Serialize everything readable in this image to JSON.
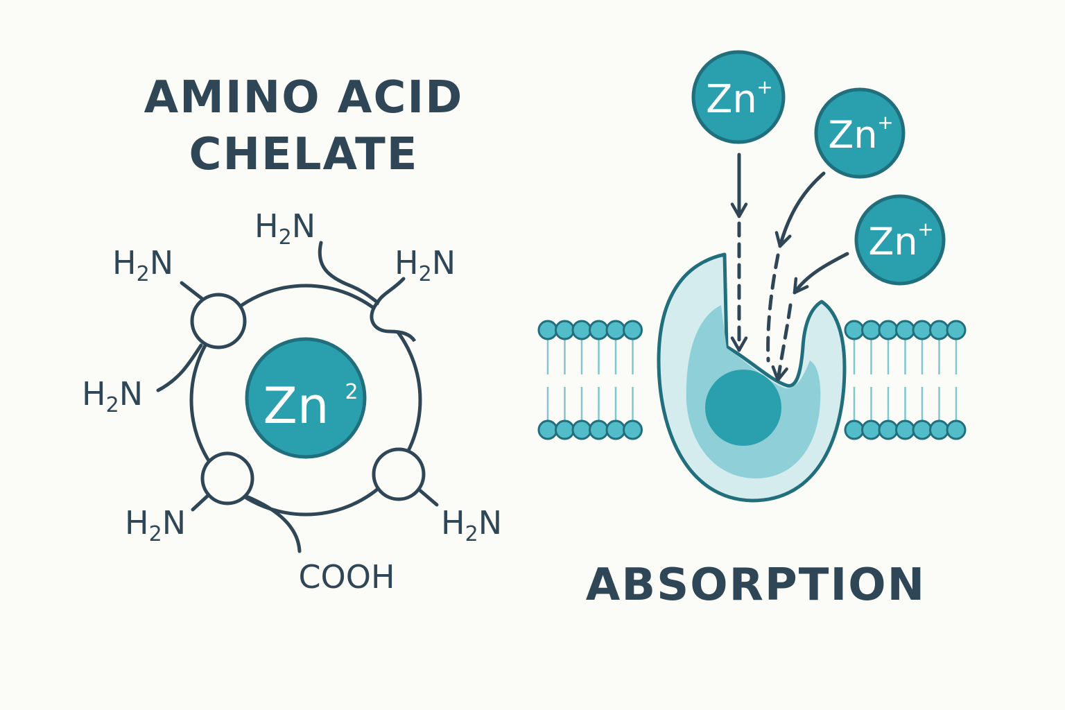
{
  "left_panel": {
    "title_line1": "AMINO ACID",
    "title_line2": "CHELATE",
    "center_ion": {
      "symbol": "Zn",
      "superscript": "2"
    },
    "ligands": [
      {
        "main": "H",
        "sub": "2",
        "tail": "N"
      },
      {
        "main": "H",
        "sub": "2",
        "tail": "N"
      },
      {
        "main": "H",
        "sub": "2",
        "tail": "N"
      },
      {
        "main": "H",
        "sub": "2",
        "tail": "N"
      },
      {
        "main": "H",
        "sub": "2",
        "tail": "N"
      },
      {
        "main": "H",
        "sub": "2",
        "tail": "N"
      }
    ],
    "carboxyl_label": "COOH"
  },
  "right_panel": {
    "title": "ABSORPTION",
    "ions": [
      {
        "symbol": "Zn",
        "superscript": "+"
      },
      {
        "symbol": "Zn",
        "superscript": "+"
      },
      {
        "symbol": "Zn",
        "superscript": "+"
      }
    ]
  },
  "colors": {
    "ink": "#2f4656",
    "teal": "#2a9fad",
    "teal_dark": "#216f7d",
    "membrane_head": "#52bcc8",
    "protein_light": "#d4ecee",
    "protein_mid": "#8fd0d8",
    "background": "#fbfbf7"
  }
}
